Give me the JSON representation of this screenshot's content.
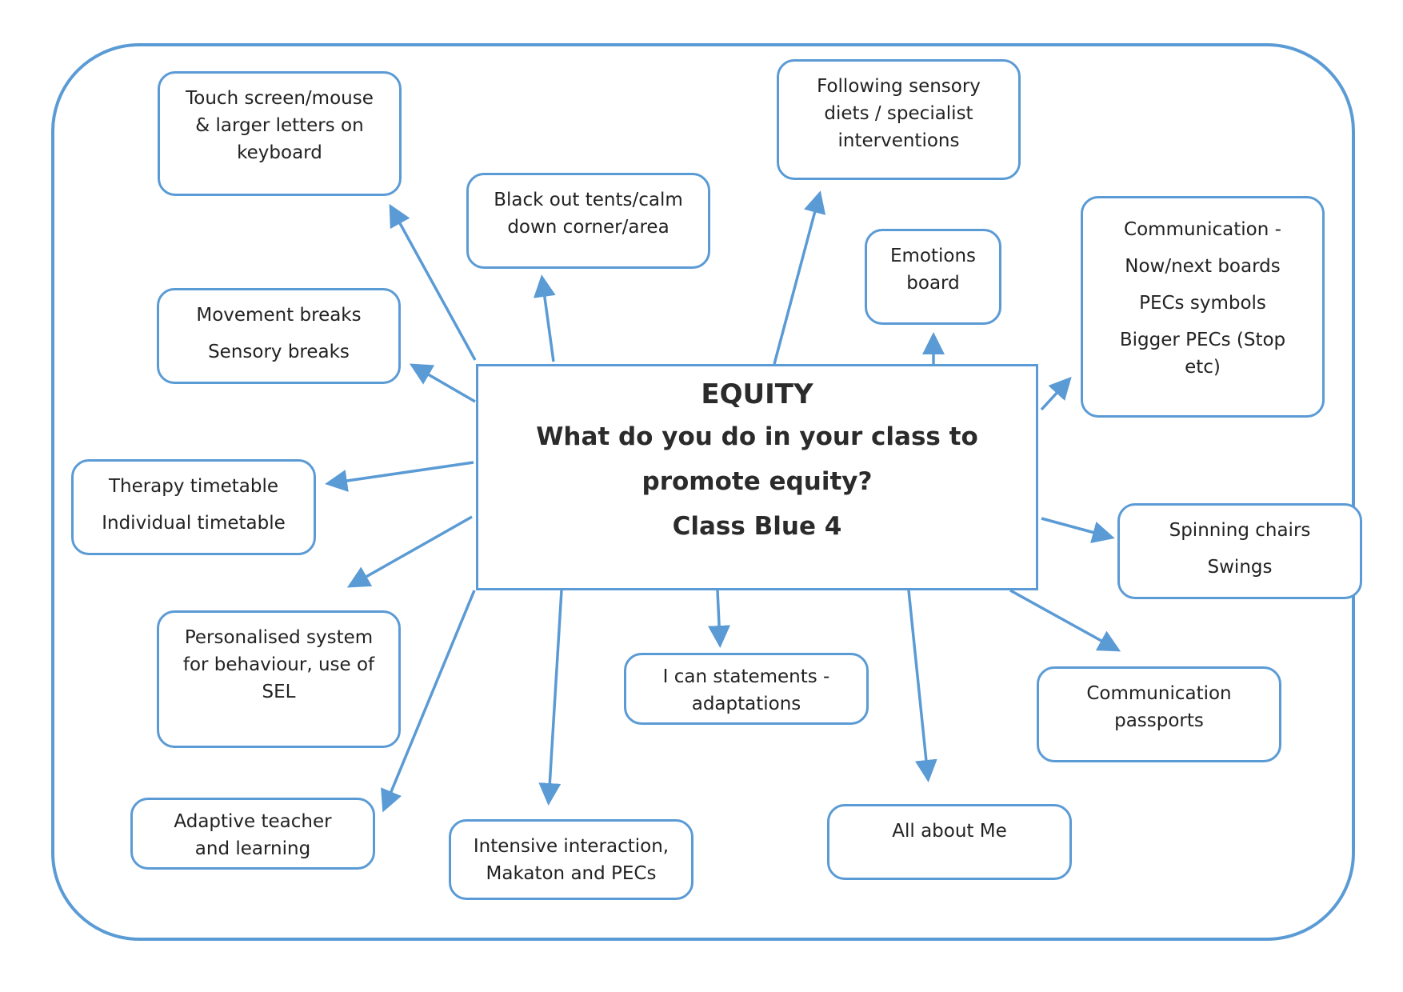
{
  "diagram": {
    "colors": {
      "accent": "#5b9bd5",
      "text": "#222222"
    },
    "center": {
      "title": "EQUITY",
      "question_line1": "What do you do in your class to",
      "question_line2": "promote equity?",
      "class_name": "Class Blue 4"
    },
    "nodes": {
      "touch_screen": {
        "lines": [
          "Touch screen/mouse",
          "& larger letters on",
          "keyboard"
        ]
      },
      "black_out": {
        "lines": [
          "Black out tents/calm",
          "down corner/area"
        ]
      },
      "sensory_diets": {
        "lines": [
          "Following sensory",
          "diets / specialist",
          "interventions"
        ]
      },
      "emotions": {
        "lines": [
          "Emotions",
          "board"
        ]
      },
      "communication": {
        "lines": [
          "Communication -",
          "Now/next boards",
          "PECs symbols",
          "Bigger PECs (Stop",
          "etc)"
        ]
      },
      "movement": {
        "lines": [
          "Movement breaks",
          "Sensory breaks"
        ]
      },
      "therapy": {
        "lines": [
          "Therapy timetable",
          "Individual timetable"
        ]
      },
      "spinning": {
        "lines": [
          "Spinning chairs",
          "Swings"
        ]
      },
      "personalised": {
        "lines": [
          "Personalised  system",
          "for behaviour, use of",
          "SEL"
        ]
      },
      "i_can": {
        "lines": [
          "I can statements -",
          "adaptations"
        ]
      },
      "passports": {
        "lines": [
          "Communication",
          "passports"
        ]
      },
      "adaptive": {
        "lines": [
          "Adaptive teacher",
          "and learning"
        ]
      },
      "intensive": {
        "lines": [
          "Intensive interaction,",
          "Makaton and PECs"
        ]
      },
      "all_about": {
        "lines": [
          "All about Me"
        ]
      }
    }
  }
}
